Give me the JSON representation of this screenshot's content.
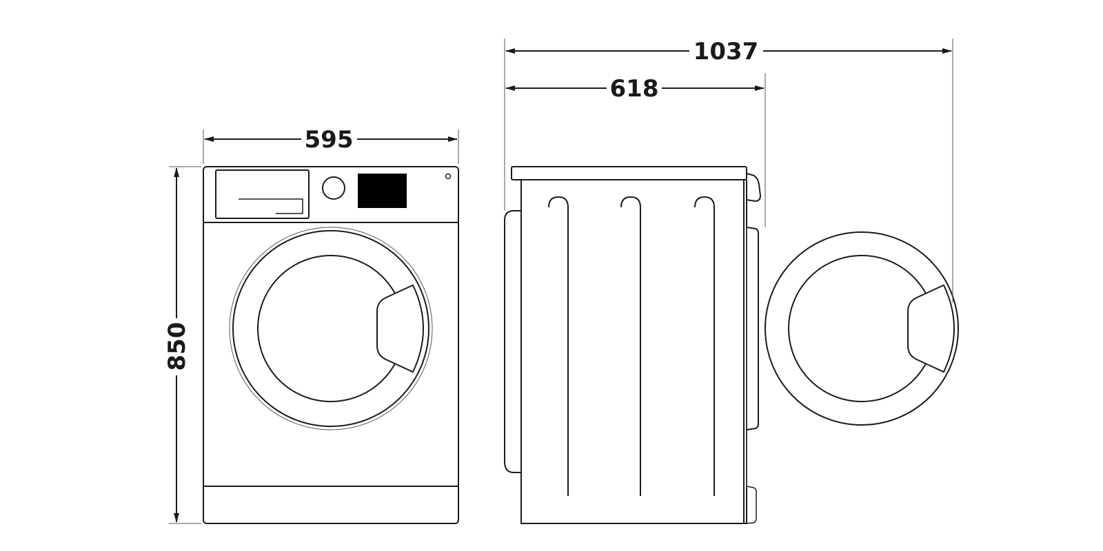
{
  "dimensions": {
    "width": "595",
    "height": "850",
    "depth": "618",
    "depth_with_door_open": "1037"
  },
  "colors": {
    "line": "#1a1a1a",
    "background": "#ffffff",
    "display": "#000000"
  }
}
